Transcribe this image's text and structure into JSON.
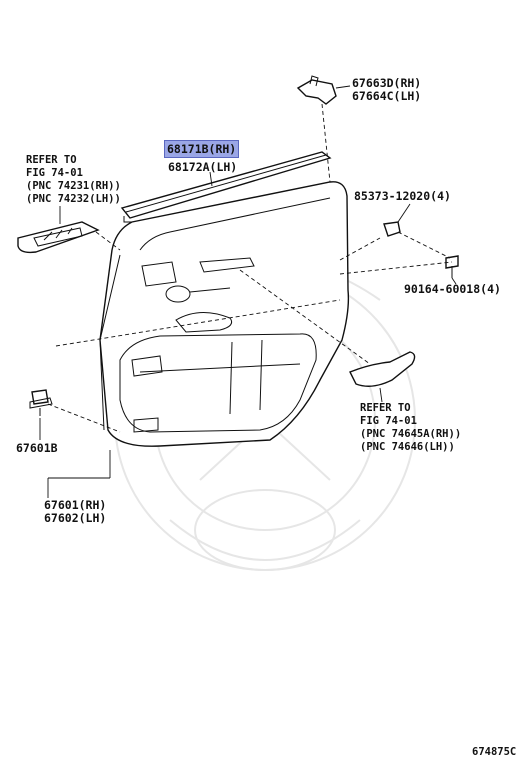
{
  "callouts": {
    "c67663d": "67663D(RH)",
    "c67664c": "67664C(LH)",
    "c68171b": "68171B(RH)",
    "c68172a": "68172A(LH)",
    "c85373": "85373-12020(4)",
    "c90164": "90164-60018(4)",
    "c67601b": "67601B",
    "c67601": "67601(RH)",
    "c67602": "67602(LH)"
  },
  "ref_left": {
    "line1": "REFER TO",
    "line2": "FIG 74-01",
    "line3": "(PNC 74231(RH))",
    "line4": "(PNC 74232(LH))"
  },
  "ref_right": {
    "line1": "REFER TO",
    "line2": "FIG 74-01",
    "line3": "(PNC 74645A(RH))",
    "line4": "(PNC 74646(LH))"
  },
  "diagram_code": "674875C",
  "highlight_color": "#9aa6e6"
}
